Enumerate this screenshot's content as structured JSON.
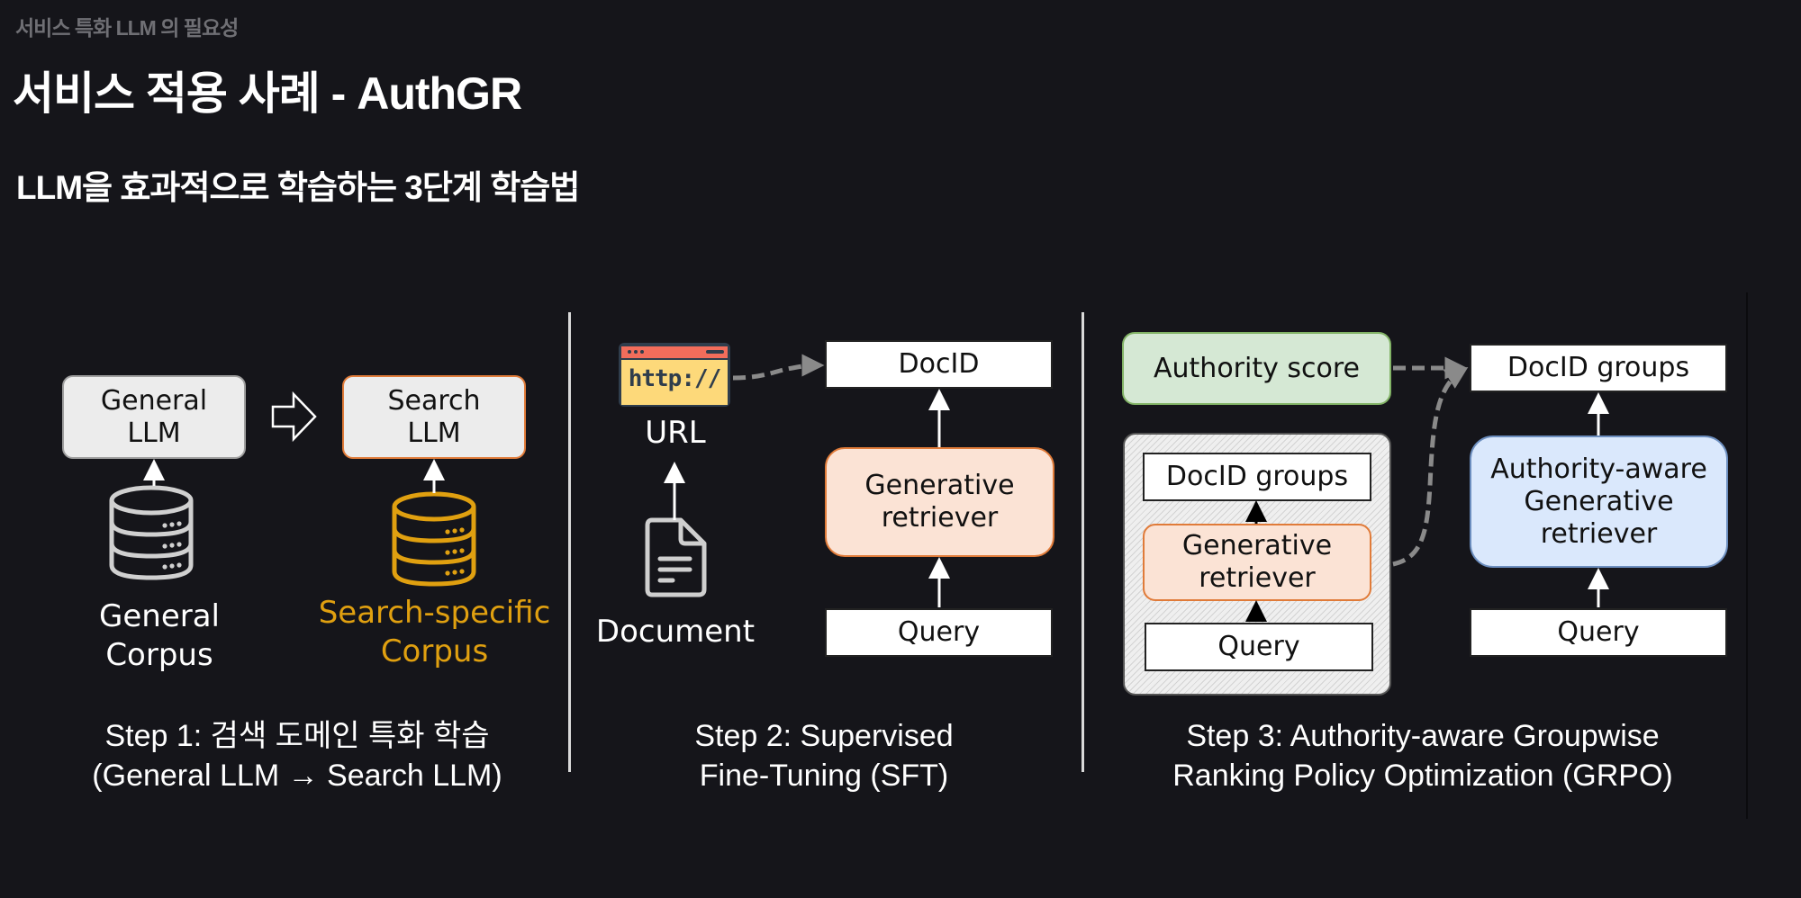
{
  "header": {
    "breadcrumb": "서비스 특화 LLM 의 필요성",
    "title": "서비스 적용 사례 - AuthGR",
    "subtitle": "LLM을 효과적으로 학습하는 3단계 학습법"
  },
  "step1": {
    "general_llm_line1": "General",
    "general_llm_line2": "LLM",
    "search_llm_line1": "Search",
    "search_llm_line2": "LLM",
    "general_corpus_line1": "General",
    "general_corpus_line2": "Corpus",
    "search_corpus_line1": "Search-specific",
    "search_corpus_line2": "Corpus",
    "caption_line1": "Step 1: 검색 도메인 특화 학습",
    "caption_line2": "(General LLM → Search LLM)",
    "icons": [
      "database-icon",
      "database-icon",
      "outline-arrow-right-icon"
    ],
    "colors": {
      "search_corpus": "#e0a010",
      "llm_accent": "#e07b39"
    }
  },
  "step2": {
    "url_icon_text": "http://",
    "url_label": "URL",
    "document_label": "Document",
    "docid": "DocID",
    "retriever_line1": "Generative",
    "retriever_line2": "retriever",
    "query": "Query",
    "caption_line1": "Step 2: Supervised",
    "caption_line2": "Fine-Tuning (SFT)",
    "icons": [
      "browser-url-icon",
      "document-icon"
    ]
  },
  "step3": {
    "authority_score": "Authority score",
    "inner_docid_groups": "DocID groups",
    "inner_retriever_line1": "Generative",
    "inner_retriever_line2": "retriever",
    "inner_query": "Query",
    "docid_groups": "DocID groups",
    "aware_retriever_line1": "Authority-aware",
    "aware_retriever_line2": "Generative",
    "aware_retriever_line3": "retriever",
    "query": "Query",
    "caption_line1": "Step 3: Authority-aware Groupwise",
    "caption_line2": "Ranking Policy Optimization (GRPO)",
    "colors": {
      "authority": "#d5e8d4",
      "aware_retriever": "#dae8fc",
      "retriever": "#fbe3d5"
    }
  }
}
